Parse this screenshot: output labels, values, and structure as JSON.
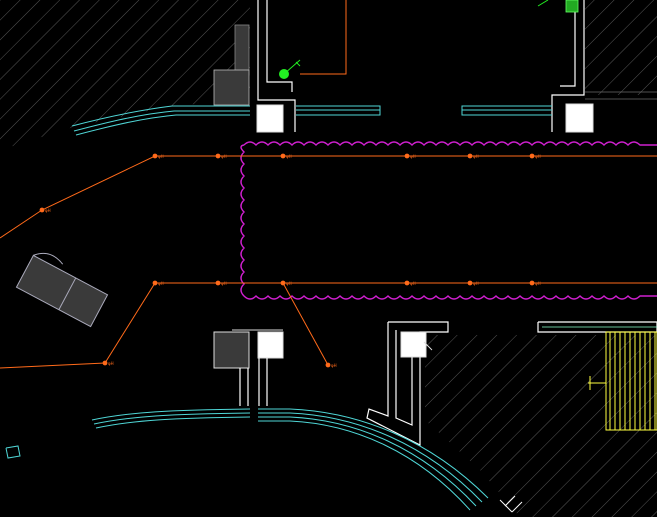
{
  "drawing": {
    "colors": {
      "background": "#000000",
      "hatch": "#6d6d6d",
      "wire": "#ff6a1a",
      "curb": "#4fd6d6",
      "walls": "#ffffff",
      "revision_cloud": "#d020d0",
      "stair": "#ffff40",
      "marker": "#22ee22",
      "fixture_fill": "#3a3a3a"
    },
    "layers": [
      "hatch-pattern",
      "walls",
      "curbs",
      "wiring",
      "revision-cloud",
      "stair",
      "fixtures"
    ],
    "point_labels": [
      "φH",
      "φH",
      "φH",
      "φH",
      "φH",
      "φH",
      "φH",
      "φH",
      "φH",
      "φH",
      "φH",
      "φH",
      "φH",
      "φH",
      "φH"
    ]
  }
}
